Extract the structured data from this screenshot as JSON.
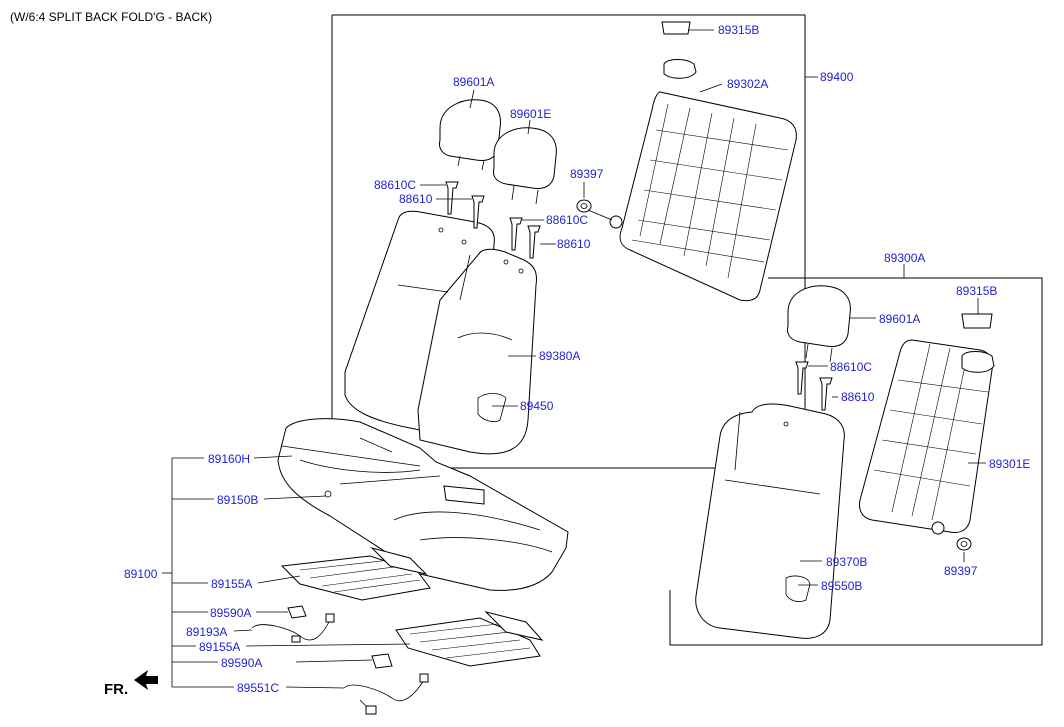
{
  "caption": "(W/6:4 SPLIT BACK FOLD'G - BACK)",
  "fr_label": "FR.",
  "labels": {
    "p89315B_a": "89315B",
    "p89400": "89400",
    "p89302A": "89302A",
    "p89601A_a": "89601A",
    "p89601E": "89601E",
    "p88610C_a": "88610C",
    "p88610_a": "88610",
    "p88610C_b": "88610C",
    "p88610_b": "88610",
    "p89397_a": "89397",
    "p89380A": "89380A",
    "p89450": "89450",
    "p89300A": "89300A",
    "p89315B_b": "89315B",
    "p89601A_b": "89601A",
    "p88610C_c": "88610C",
    "p88610_c": "88610",
    "p89301E": "89301E",
    "p89370B": "89370B",
    "p89550B": "89550B",
    "p89397_b": "89397",
    "p89160H": "89160H",
    "p89150B": "89150B",
    "p89100": "89100",
    "p89155A_a": "89155A",
    "p89590A_a": "89590A",
    "p89193A": "89193A",
    "p89155A_b": "89155A",
    "p89590A_b": "89590A",
    "p89551C": "89551C"
  },
  "colors": {
    "label": "#1f1fd6",
    "line": "#000000",
    "background": "#ffffff"
  }
}
